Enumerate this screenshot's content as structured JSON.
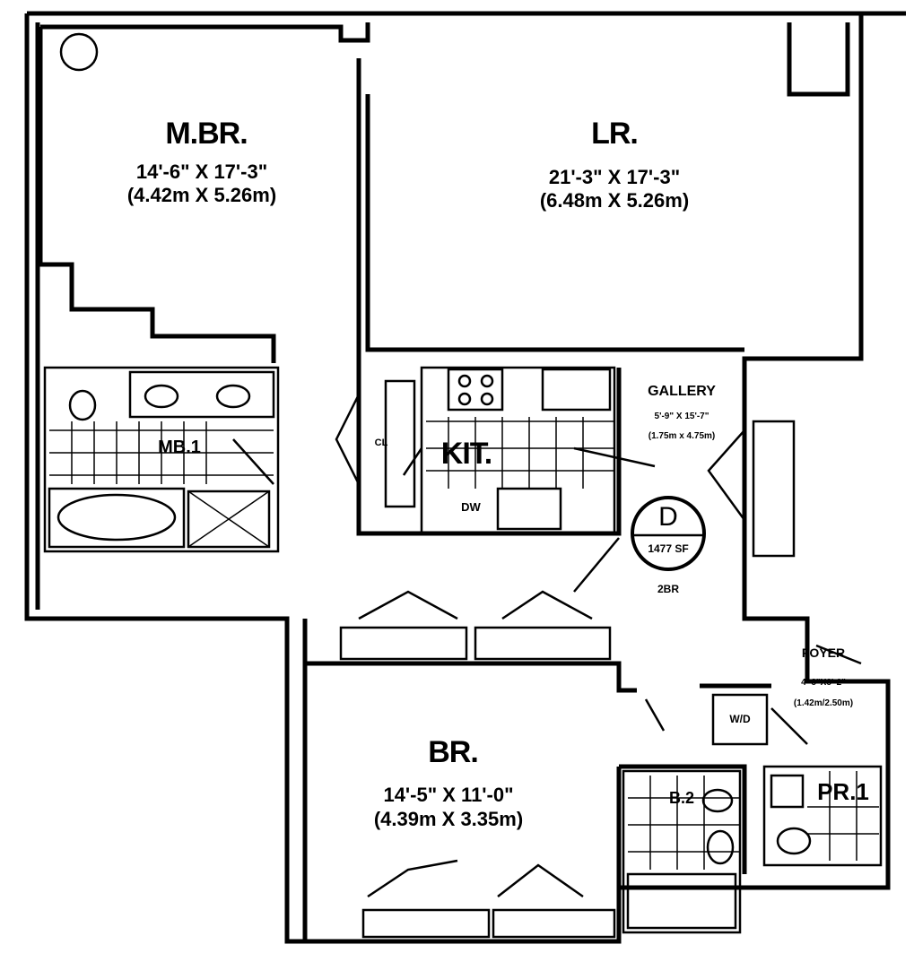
{
  "plan": {
    "unit_type": "D",
    "area": "1477 SF",
    "bedrooms": "2BR"
  },
  "rooms": {
    "master_bedroom": {
      "name": "M.BR.",
      "dim_imperial": "14'-6\" X 17'-3\"",
      "dim_metric": "(4.42m X 5.26m)"
    },
    "living_room": {
      "name": "LR.",
      "dim_imperial": "21'-3\" X 17'-3\"",
      "dim_metric": "(6.48m X 5.26m)"
    },
    "bedroom": {
      "name": "BR.",
      "dim_imperial": "14'-5\" X 11'-0\"",
      "dim_metric": "(4.39m X 3.35m)"
    },
    "gallery": {
      "name": "GALLERY",
      "dim_imperial": "5'-9\" X 15'-7\"",
      "dim_metric": "(1.75m x 4.75m)"
    },
    "foyer": {
      "name": "FOYER",
      "dim_imperial": "4'-8\"X8'-2\"",
      "dim_metric": "(1.42m/2.50m)"
    },
    "kitchen": {
      "name": "KIT."
    },
    "master_bath": {
      "name": "MB.1"
    },
    "bath_2": {
      "name": "B.2"
    },
    "powder_room": {
      "name": "PR.1"
    }
  },
  "fixtures": {
    "dishwasher": "DW",
    "washer_dryer": "W/D",
    "closet": "CL"
  }
}
